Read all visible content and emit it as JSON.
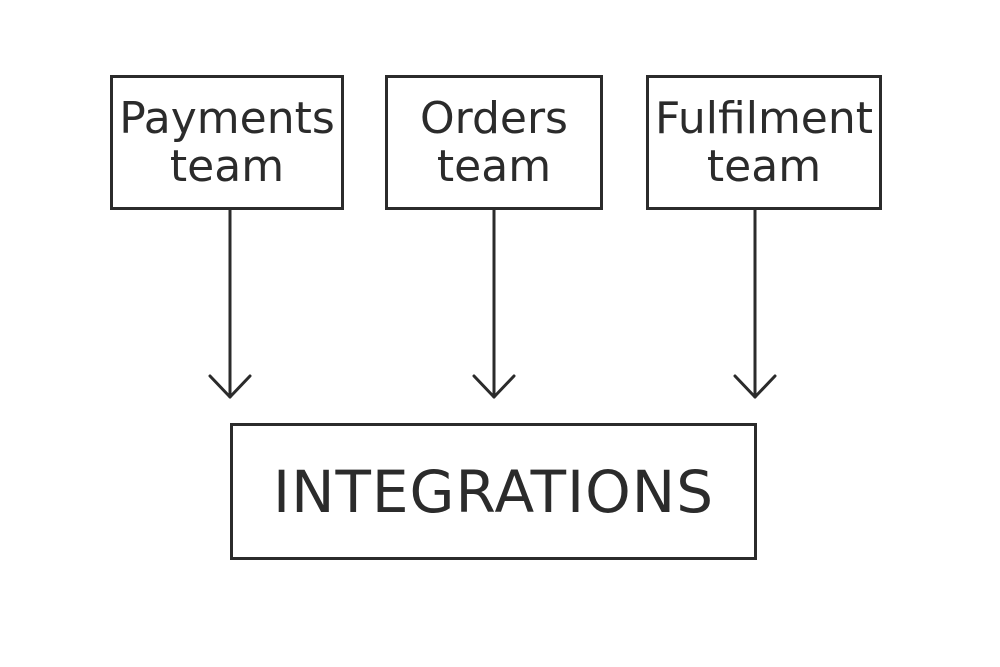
{
  "teams": [
    {
      "line1": "Payments",
      "line2": "team"
    },
    {
      "line1": "Orders",
      "line2": "team"
    },
    {
      "line1": "Fulfilment",
      "line2": "team"
    }
  ],
  "target": {
    "label": "INTEGRATIONS"
  },
  "colors": {
    "ink": "#2b2b2b",
    "background": "#ffffff"
  }
}
